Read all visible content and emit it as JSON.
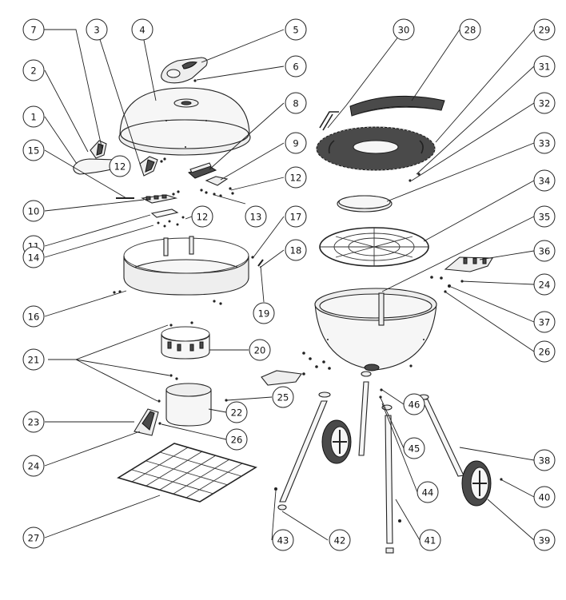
{
  "diagram": {
    "title": "",
    "callouts": [
      {
        "id": "1",
        "label": "1"
      },
      {
        "id": "2",
        "label": "2"
      },
      {
        "id": "3",
        "label": "3"
      },
      {
        "id": "4",
        "label": "4"
      },
      {
        "id": "5",
        "label": "5"
      },
      {
        "id": "6",
        "label": "6"
      },
      {
        "id": "7",
        "label": "7"
      },
      {
        "id": "8",
        "label": "8"
      },
      {
        "id": "9",
        "label": "9"
      },
      {
        "id": "10",
        "label": "10"
      },
      {
        "id": "11",
        "label": "11"
      },
      {
        "id": "12a",
        "label": "12"
      },
      {
        "id": "12b",
        "label": "12"
      },
      {
        "id": "12c",
        "label": "12"
      },
      {
        "id": "13",
        "label": "13"
      },
      {
        "id": "14",
        "label": "14"
      },
      {
        "id": "15",
        "label": "15"
      },
      {
        "id": "16",
        "label": "16"
      },
      {
        "id": "17",
        "label": "17"
      },
      {
        "id": "18",
        "label": "18"
      },
      {
        "id": "19",
        "label": "19"
      },
      {
        "id": "20",
        "label": "20"
      },
      {
        "id": "21",
        "label": "21"
      },
      {
        "id": "22",
        "label": "22"
      },
      {
        "id": "23",
        "label": "23"
      },
      {
        "id": "24a",
        "label": "24"
      },
      {
        "id": "24b",
        "label": "24"
      },
      {
        "id": "25",
        "label": "25"
      },
      {
        "id": "26a",
        "label": "26"
      },
      {
        "id": "26b",
        "label": "26"
      },
      {
        "id": "27",
        "label": "27"
      },
      {
        "id": "28",
        "label": "28"
      },
      {
        "id": "29",
        "label": "29"
      },
      {
        "id": "30",
        "label": "30"
      },
      {
        "id": "31",
        "label": "31"
      },
      {
        "id": "32",
        "label": "32"
      },
      {
        "id": "33",
        "label": "33"
      },
      {
        "id": "34",
        "label": "34"
      },
      {
        "id": "35",
        "label": "35"
      },
      {
        "id": "36",
        "label": "36"
      },
      {
        "id": "37",
        "label": "37"
      },
      {
        "id": "38",
        "label": "38"
      },
      {
        "id": "39",
        "label": "39"
      },
      {
        "id": "40",
        "label": "40"
      },
      {
        "id": "41",
        "label": "41"
      },
      {
        "id": "42",
        "label": "42"
      },
      {
        "id": "43",
        "label": "43"
      },
      {
        "id": "44",
        "label": "44"
      },
      {
        "id": "45",
        "label": "45"
      },
      {
        "id": "46",
        "label": "46"
      }
    ]
  }
}
